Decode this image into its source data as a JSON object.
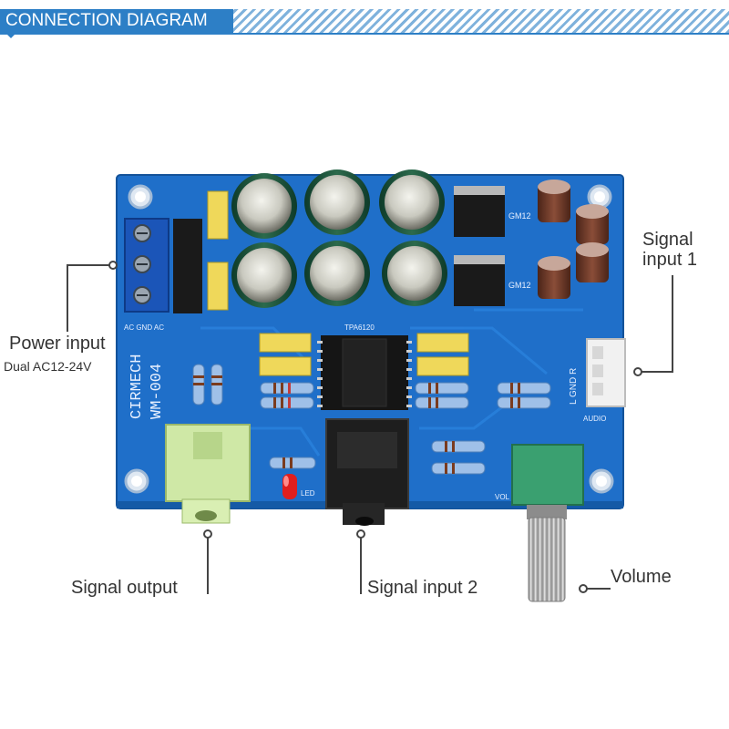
{
  "header": {
    "title": "CONNECTION DIAGRAM"
  },
  "board": {
    "brand_line1": "CIRMECH",
    "brand_line2": "WM-004",
    "chip_label": "TPA6120",
    "silk_ac": "AC GND AC",
    "silk_audio": "AUDIO",
    "silk_l_gnd_r": "L GND R",
    "silk_vol": "VOL",
    "silk_led": "LED",
    "silk_cap_12": "GM12"
  },
  "callouts": {
    "power_input": "Power input",
    "power_input_sub": "Dual AC12-24V",
    "signal_input_1_line1": "Signal",
    "signal_input_1_line2": "input 1",
    "signal_output": "Signal output",
    "signal_input_2": "Signal input 2",
    "volume": "Volume"
  },
  "colors": {
    "accent": "#2d7fc6",
    "pcb": "#1f6fc9",
    "pcb_dark": "#155aa6"
  }
}
